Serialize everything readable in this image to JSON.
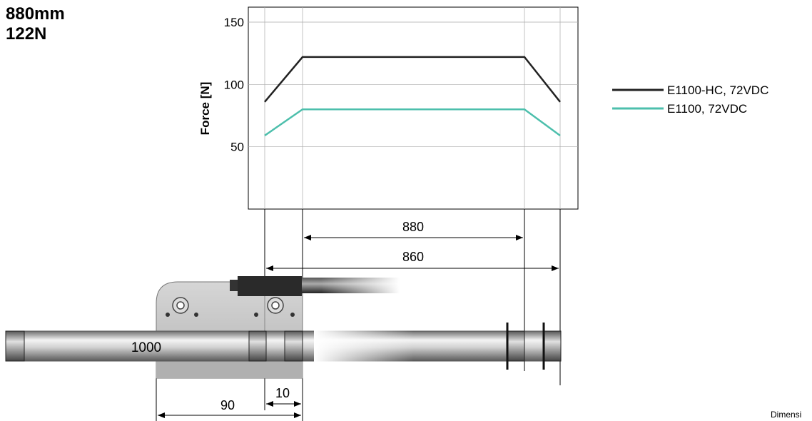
{
  "heading": {
    "stroke": "880mm",
    "force": "122N"
  },
  "chart_data": {
    "type": "line",
    "ylabel": "Force [N]",
    "xlabel": "",
    "ylim": [
      0,
      150
    ],
    "yticks": [
      "50",
      "100",
      "150"
    ],
    "grid": true,
    "legend_position": "right",
    "x": [
      -10,
      0,
      880,
      890
    ],
    "series": [
      {
        "name": "E1100-HC, 72VDC",
        "color": "#222222",
        "values": [
          86,
          122,
          122,
          86
        ]
      },
      {
        "name": "E1100, 72VDC",
        "color": "#4dbfac",
        "values": [
          59,
          80,
          80,
          59
        ]
      }
    ]
  },
  "dimensions": {
    "stroke": "880",
    "span": "860",
    "rod_label": "1000",
    "clamp_offset": "10",
    "flange_width": "90"
  },
  "footer": {
    "text": "Dimensi"
  }
}
